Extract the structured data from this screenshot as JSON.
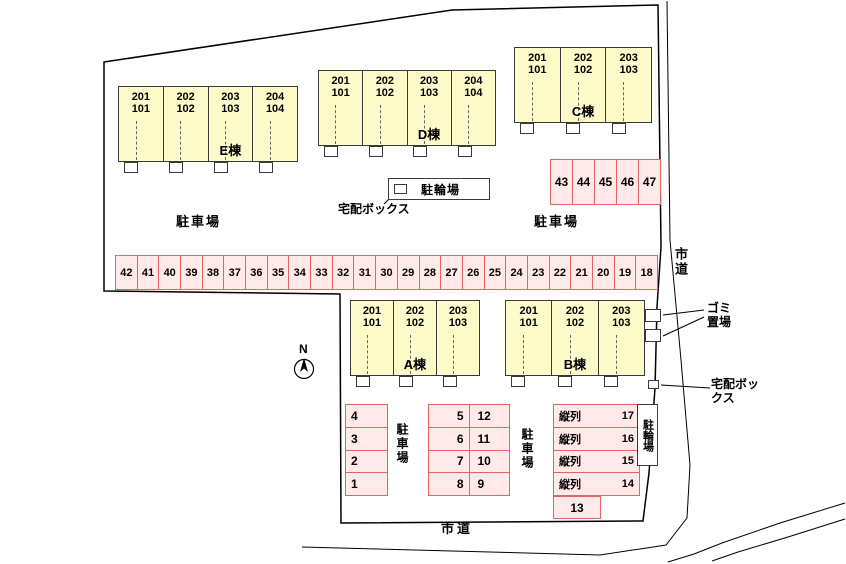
{
  "buildings": [
    {
      "id": "E",
      "name": "E棟",
      "units": [
        [
          "201",
          "101"
        ],
        [
          "202",
          "102"
        ],
        [
          "203",
          "103"
        ],
        [
          "204",
          "104"
        ]
      ]
    },
    {
      "id": "D",
      "name": "D棟",
      "units": [
        [
          "201",
          "101"
        ],
        [
          "202",
          "102"
        ],
        [
          "203",
          "103"
        ],
        [
          "204",
          "104"
        ]
      ]
    },
    {
      "id": "C",
      "name": "C棟",
      "units": [
        [
          "201",
          "101"
        ],
        [
          "202",
          "102"
        ],
        [
          "203",
          "103"
        ]
      ]
    },
    {
      "id": "A",
      "name": "A棟",
      "units": [
        [
          "201",
          "101"
        ],
        [
          "202",
          "102"
        ],
        [
          "203",
          "103"
        ]
      ]
    },
    {
      "id": "B",
      "name": "B棟",
      "units": [
        [
          "201",
          "101"
        ],
        [
          "202",
          "102"
        ],
        [
          "203",
          "103"
        ]
      ]
    }
  ],
  "parking": {
    "top_right_row": [
      "43",
      "44",
      "45",
      "46",
      "47"
    ],
    "main_row": [
      "42",
      "41",
      "40",
      "39",
      "38",
      "37",
      "36",
      "35",
      "34",
      "33",
      "32",
      "31",
      "30",
      "29",
      "28",
      "27",
      "26",
      "25",
      "24",
      "23",
      "22",
      "21",
      "20",
      "19",
      "18"
    ],
    "left_column": [
      "4",
      "3",
      "2",
      "1"
    ],
    "mid_grid": [
      [
        "5",
        "12"
      ],
      [
        "6",
        "11"
      ],
      [
        "7",
        "10"
      ],
      [
        "8",
        "9"
      ]
    ],
    "tandem_rows": [
      {
        "label": "縦列",
        "number": "17"
      },
      {
        "label": "縦列",
        "number": "16"
      },
      {
        "label": "縦列",
        "number": "15"
      },
      {
        "label": "縦列",
        "number": "14"
      }
    ],
    "single_cell": "13"
  },
  "labels": {
    "parking_area_left": "駐車場",
    "parking_area_right": "駐車場",
    "bicycle_parking_top": "駐輪場",
    "delivery_box_top": "宅配ボックス",
    "garbage_area": "ゴミ置場",
    "delivery_box_right": "宅配ボックス",
    "bicycle_parking_right": "駐輪場",
    "parking_bottom_left": "駐車場",
    "parking_bottom_mid": "駐車場",
    "road_right": "市道",
    "road_bottom": "市道",
    "north": "N"
  },
  "colors": {
    "parking_fill": "#ffe9e9",
    "parking_border": "#e06666",
    "building_fill": "#fdfbca",
    "building_border": "#3a3a3a",
    "line": "#000000"
  }
}
